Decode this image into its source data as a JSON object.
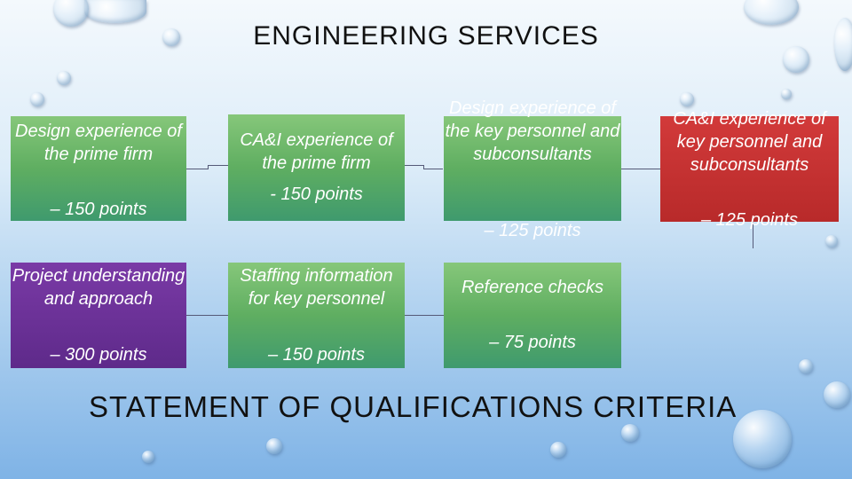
{
  "title": "ENGINEERING SERVICES",
  "subtitle": "STATEMENT OF QUALIFICATIONS CRITERIA",
  "criteria": [
    {
      "label": "Design experience of the prime firm",
      "points": "– 150 points"
    },
    {
      "label": "CA&I experience of the prime firm",
      "points": "- 150 points"
    },
    {
      "label": "Design experience of the key personnel and subconsultants",
      "points": "– 125 points"
    },
    {
      "label": "CA&I experience of key personnel and subconsultants",
      "points": "– 125 points"
    },
    {
      "label": "Project understanding and approach",
      "points": "– 300 points"
    },
    {
      "label": "Staffing information for key personnel",
      "points": "– 150 points"
    },
    {
      "label": "Reference checks",
      "points": "– 75 points"
    }
  ],
  "colors": {
    "green": "#5fae61",
    "purple": "#5e2a8a",
    "red": "#b82a2a"
  }
}
